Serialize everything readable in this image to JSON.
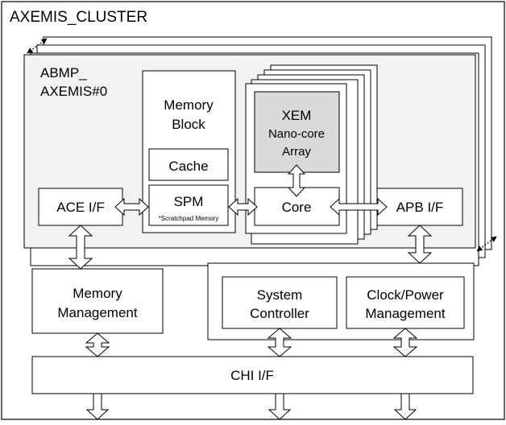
{
  "diagram": {
    "cluster_title": "AXEMIS_CLUSTER",
    "abmp_line1": "ABMP_",
    "abmp_line2": "AXEMIS#0",
    "memory_block_line1": "Memory",
    "memory_block_line2": "Block",
    "cache": "Cache",
    "spm": "SPM",
    "spm_note": "*Scratchpad Memory",
    "xem_line1": "XEM",
    "xem_line2": "Nano-core",
    "xem_line3": "Array",
    "core": "Core",
    "ace_if": "ACE I/F",
    "apb_if": "APB I/F",
    "memory_mgmt_line1": "Memory",
    "memory_mgmt_line2": "Management",
    "system_ctrl_line1": "System",
    "system_ctrl_line2": "Controller",
    "clock_power_line1": "Clock/Power",
    "clock_power_line2": "Management",
    "chi_if": "CHI I/F"
  },
  "colors": {
    "stroke": "#000000",
    "abmp_fill": "#f2f2f2",
    "box_fill": "#ffffff",
    "xem_fill": "#d9d9d9"
  }
}
